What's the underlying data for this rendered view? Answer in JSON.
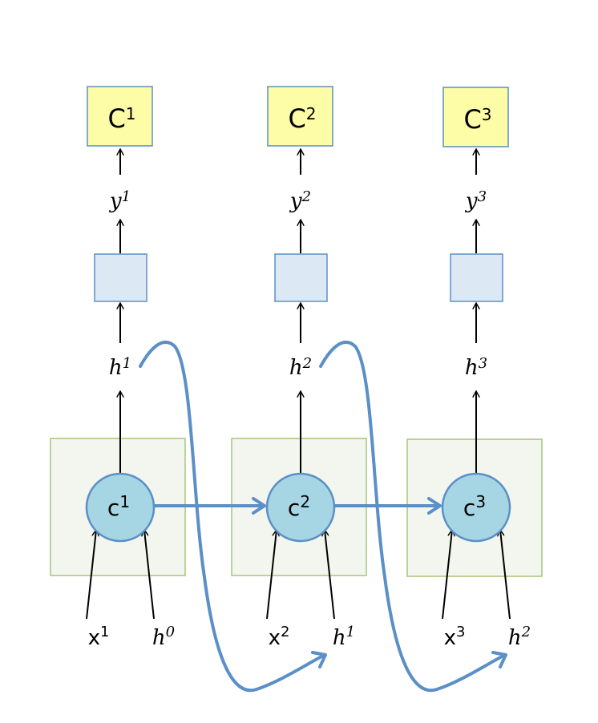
{
  "colors": {
    "output_fill": "#fdfda8",
    "output_stroke": "#5b8fc7",
    "transform_fill": "#dde8f5",
    "transform_stroke": "#5b8fc7",
    "cell_fill": "#f3f6ef",
    "cell_stroke": "#a8c47a",
    "node_fill": "#a6d5e3",
    "node_stroke": "#5b8fc7",
    "flow_arrow": "#5b8fc7",
    "black_arrow": "#000000"
  },
  "steps": [
    {
      "output": {
        "base": "C",
        "sup": "1"
      },
      "y": {
        "base": "y",
        "sup": "1"
      },
      "h": {
        "base": "h",
        "sup": "1"
      },
      "node": {
        "base": "c",
        "sup": "1"
      },
      "x_in": {
        "base": "x",
        "sup": "1"
      },
      "h_in": {
        "base": "h",
        "sup": "0"
      }
    },
    {
      "output": {
        "base": "C",
        "sup": "2"
      },
      "y": {
        "base": "y",
        "sup": "2"
      },
      "h": {
        "base": "h",
        "sup": "2"
      },
      "node": {
        "base": "c",
        "sup": "2"
      },
      "x_in": {
        "base": "x",
        "sup": "2"
      },
      "h_in": {
        "base": "h",
        "sup": "1"
      }
    },
    {
      "output": {
        "base": "C",
        "sup": "3"
      },
      "y": {
        "base": "y",
        "sup": "3"
      },
      "h": {
        "base": "h",
        "sup": "3"
      },
      "node": {
        "base": "c",
        "sup": "3"
      },
      "x_in": {
        "base": "x",
        "sup": "3"
      },
      "h_in": {
        "base": "h",
        "sup": "2"
      }
    }
  ]
}
